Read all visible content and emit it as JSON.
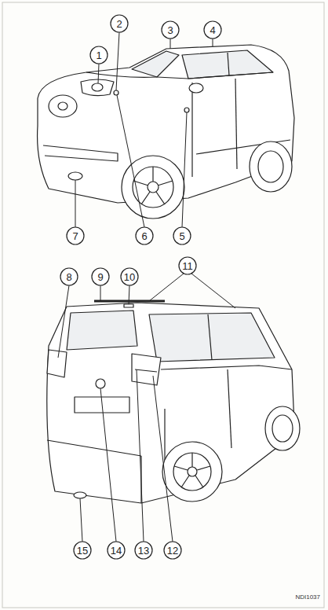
{
  "diagram": {
    "labels": [
      "1",
      "2",
      "3",
      "4",
      "5",
      "6",
      "7",
      "8",
      "9",
      "10",
      "11",
      "12",
      "13",
      "14",
      "15",
      "NDI1037"
    ]
  }
}
